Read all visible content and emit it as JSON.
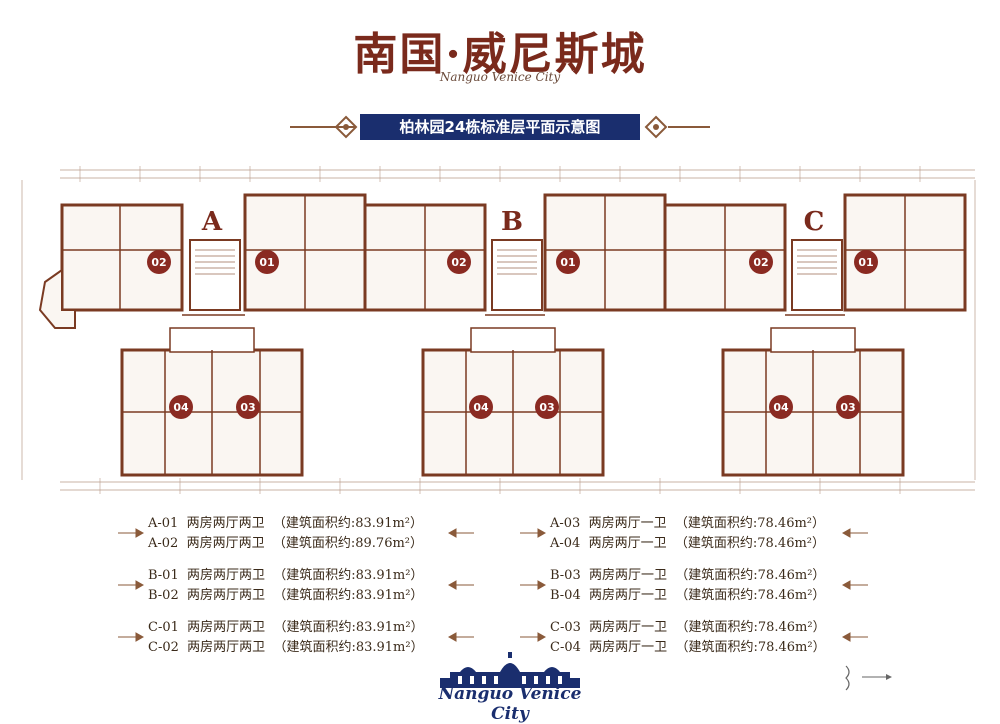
{
  "brand": {
    "title": "南国·威尼斯城",
    "subtitle": "Nanguo Venice City"
  },
  "plan_title": "柏林园24栋标准层平面示意图",
  "units": {
    "A": "A",
    "B": "B",
    "C": "C",
    "u01": "01",
    "u02": "02",
    "u03": "03",
    "u04": "04"
  },
  "legend": {
    "A": [
      {
        "code": "A-01",
        "type": "两房两厅两卫",
        "area": "（建筑面积约:83.91m²）"
      },
      {
        "code": "A-02",
        "type": "两房两厅两卫",
        "area": "（建筑面积约:89.76m²）"
      }
    ],
    "B": [
      {
        "code": "B-01",
        "type": "两房两厅两卫",
        "area": "（建筑面积约:83.91m²）"
      },
      {
        "code": "B-02",
        "type": "两房两厅两卫",
        "area": "（建筑面积约:83.91m²）"
      }
    ],
    "C": [
      {
        "code": "C-01",
        "type": "两房两厅两卫",
        "area": "（建筑面积约:83.91m²）"
      },
      {
        "code": "C-02",
        "type": "两房两厅两卫",
        "area": "（建筑面积约:83.91m²）"
      }
    ],
    "A2": [
      {
        "code": "A-03",
        "type": "两房两厅一卫",
        "area": "（建筑面积约:78.46m²）"
      },
      {
        "code": "A-04",
        "type": "两房两厅一卫",
        "area": "（建筑面积约:78.46m²）"
      }
    ],
    "B2": [
      {
        "code": "B-03",
        "type": "两房两厅一卫",
        "area": "（建筑面积约:78.46m²）"
      },
      {
        "code": "B-04",
        "type": "两房两厅一卫",
        "area": "（建筑面积约:78.46m²）"
      }
    ],
    "C2": [
      {
        "code": "C-03",
        "type": "两房两厅一卫",
        "area": "（建筑面积约:78.46m²）"
      },
      {
        "code": "C-04",
        "type": "两房两厅一卫",
        "area": "（建筑面积约:78.46m²）"
      }
    ]
  },
  "footer": {
    "logo_text": "Nanguo Venice City"
  },
  "colors": {
    "wall": "#7a3a22",
    "marker": "#8a2a22",
    "title_bg": "#1a2e6e",
    "ornament": "#8a5a3a"
  }
}
